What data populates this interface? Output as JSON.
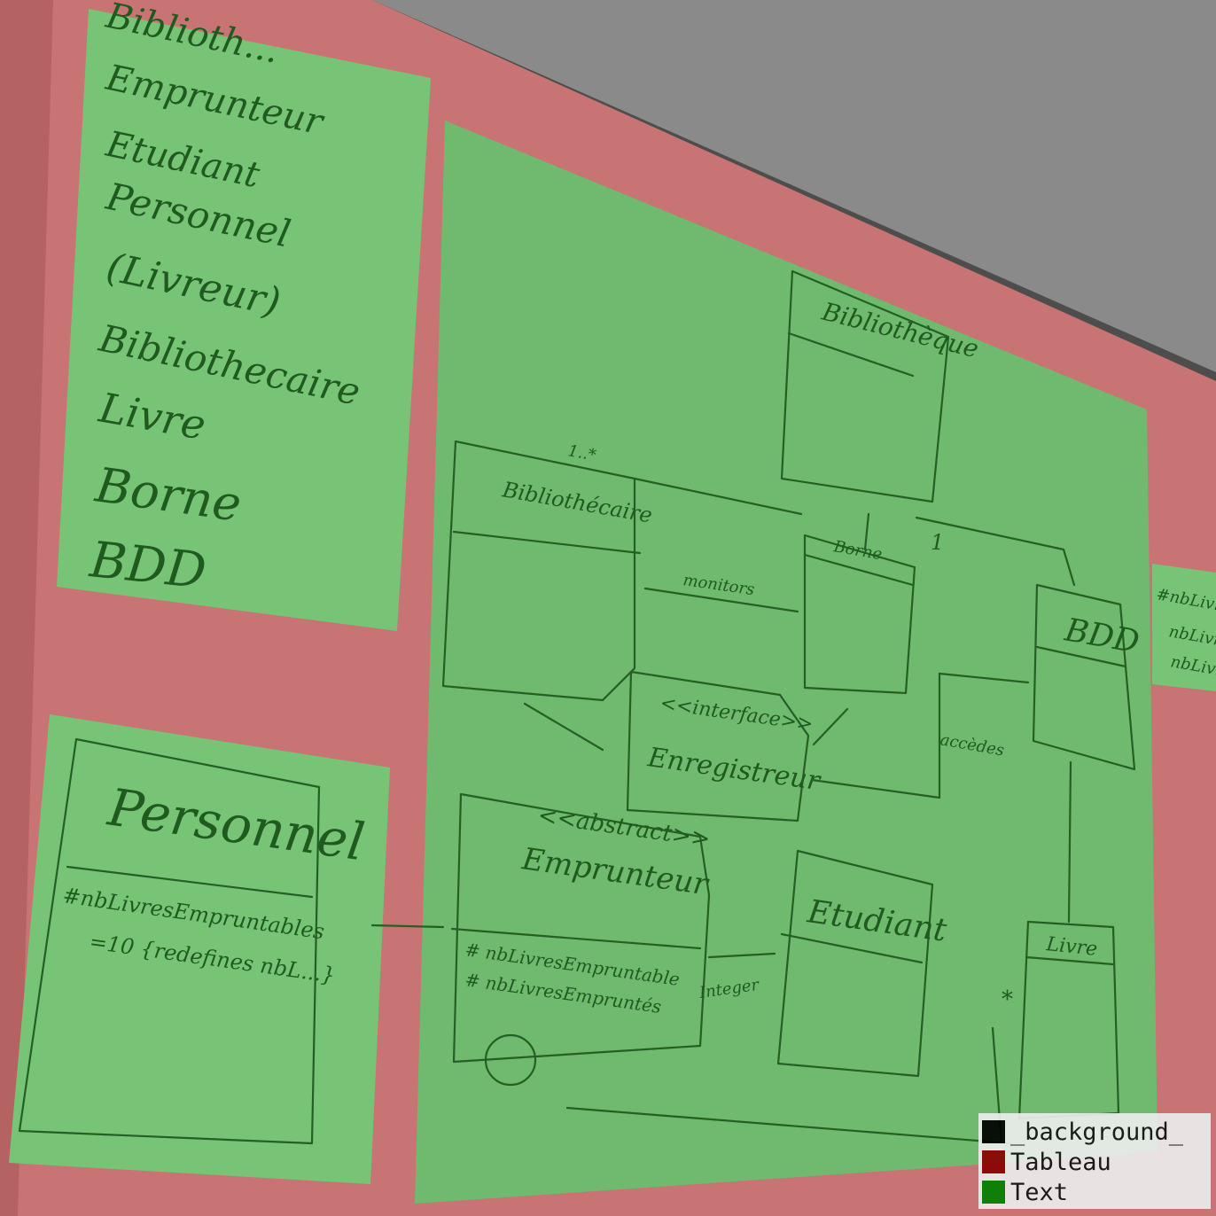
{
  "legend": {
    "items": [
      {
        "label": "_background_",
        "color": "#000000"
      },
      {
        "label": "Tableau",
        "color": "#8b0000"
      },
      {
        "label": "Text",
        "color": "#008000"
      }
    ]
  },
  "overlay_colors": {
    "tableau": "#c87070",
    "text": "#74c274",
    "background": "#4a4a4a"
  },
  "board": {
    "list": [
      "Biblioth...",
      "Emprunteur",
      "Etudiant",
      "Personnel",
      "(Livreur)",
      "Bibliothecaire",
      "Livre",
      "Borne",
      "BDD"
    ],
    "personnel_box": {
      "title": "Personnel",
      "line1": "#nbLivresEmpruntables",
      "line2": "=10 {redefines nbL...}"
    },
    "classes": {
      "bibliotheque": "Bibliothèque",
      "bibliothecaire": "Bibliothécaire",
      "borne": "Borne",
      "bdd": "BDD",
      "enregistreur_stereo": "<<interface>>",
      "enregistreur": "Enregistreur",
      "emprunteur_stereo": "<<abstract>>",
      "emprunteur": "Emprunteur",
      "emprunteur_attr1": "# nbLivresEmpruntable",
      "emprunteur_attr2": "# nbLivresEmpruntés",
      "etudiant": "Etudiant",
      "livre": "Livre"
    },
    "labels": {
      "multiplicity_one_many": "1..*",
      "monitors": "monitors",
      "accedes": "accèdes",
      "integer": "Integer",
      "star": "*",
      "one": "1",
      "right_edge_1": "#nbLivresE",
      "right_edge_2": "nbLivres",
      "right_edge_3": "nbLivres"
    }
  }
}
